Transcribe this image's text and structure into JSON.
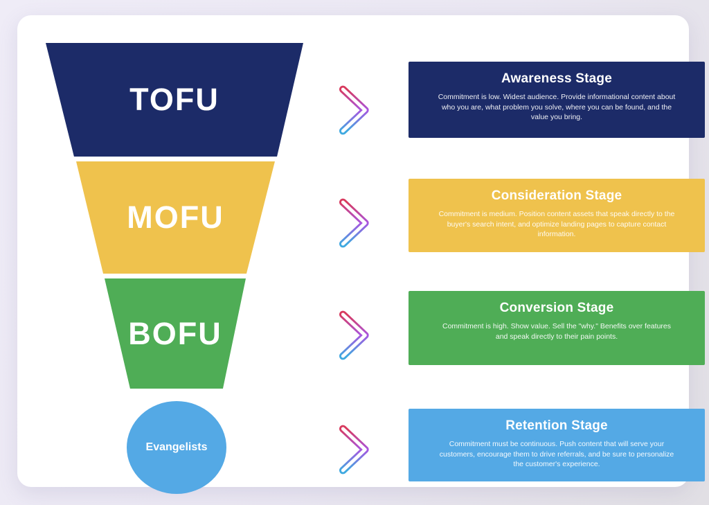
{
  "funnel": {
    "segments": [
      {
        "label": "TOFU",
        "color": "#1c2b68"
      },
      {
        "label": "MOFU",
        "color": "#efc24d"
      },
      {
        "label": "BOFU",
        "color": "#4fad56"
      }
    ],
    "evangelists": {
      "label": "Evangelists",
      "color": "#54a9e5"
    }
  },
  "stages": [
    {
      "title": "Awareness Stage",
      "description": "Commitment is low. Widest audience. Provide informational content about who you are, what problem you solve, where you can be found, and the value you bring.",
      "color": "#1c2b68"
    },
    {
      "title": "Consideration Stage",
      "description": "Commitment is medium. Position content assets that speak directly to the buyer's search intent, and optimize landing pages to capture contact information.",
      "color": "#efc24d"
    },
    {
      "title": "Conversion Stage",
      "description": "Commitment is high. Show value. Sell the \"why.\" Benefits over features and speak directly to their pain points.",
      "color": "#4fad56"
    },
    {
      "title": "Retention Stage",
      "description": "Commitment must be continuous. Push content that will serve your customers, encourage them to drive referrals, and be sure to personalize the customer's experience.",
      "color": "#54a9e5"
    }
  ],
  "arrow": {
    "gradient_top": "#d83a5e",
    "gradient_mid": "#a855e0",
    "gradient_bottom": "#3fa9e0"
  }
}
